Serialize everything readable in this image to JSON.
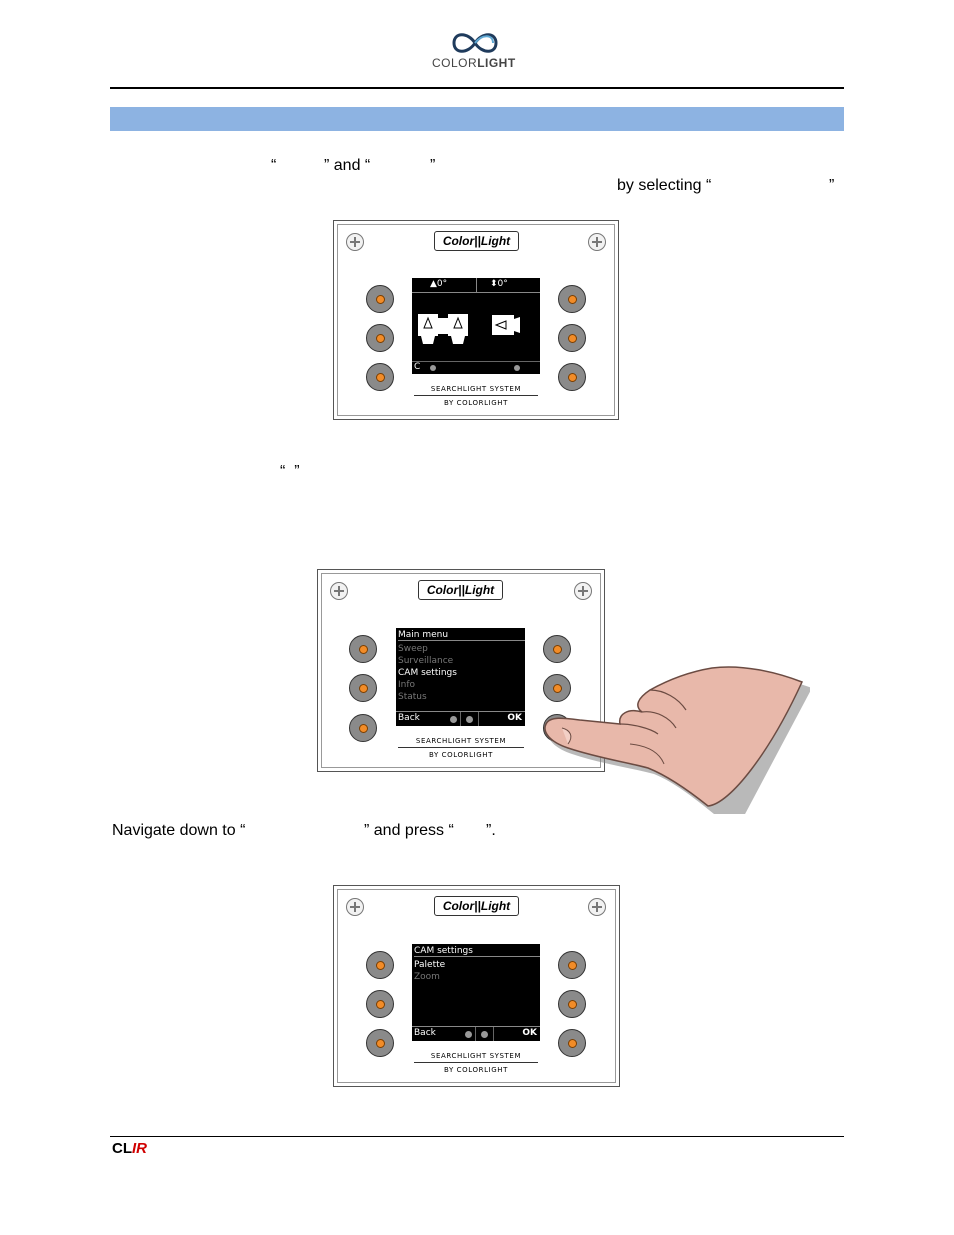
{
  "header": {
    "logo_text_light": "COLOR",
    "logo_text_bold": "LIGHT"
  },
  "intro": {
    "q1_open": "“",
    "and_text": "” and “",
    "q2_close": "”",
    "by_selecting": "by selecting “",
    "q3_close": "”"
  },
  "mid": {
    "quote_pair": "“  ”"
  },
  "navigate": {
    "prefix": "Navigate down to “",
    "middle": "” and press “",
    "suffix": "”."
  },
  "panel1": {
    "brand": "Color||Light",
    "tilt": "0°",
    "pan": "0°",
    "corner_label": "C",
    "caption1": "SEARCHLIGHT SYSTEM",
    "caption2": "BY COLORLIGHT"
  },
  "panel2": {
    "brand": "Color||Light",
    "title": "Main menu",
    "items": [
      "Sweep",
      "Surveillance",
      "CAM settings",
      "Info",
      "Status"
    ],
    "back": "Back",
    "ok": "OK",
    "caption1": "SEARCHLIGHT SYSTEM",
    "caption2": "BY COLORLIGHT"
  },
  "panel3": {
    "brand": "Color||Light",
    "title": "CAM settings",
    "items": [
      "Palette",
      "Zoom"
    ],
    "back": "Back",
    "ok": "OK",
    "caption1": "SEARCHLIGHT SYSTEM",
    "caption2": "BY COLORLIGHT"
  },
  "footer": {
    "brand_cl": "CL",
    "brand_ir": "IR"
  },
  "colors": {
    "section_bar": "#8db3e2",
    "button_center": "#f28c28",
    "footer_ir": "#d00000"
  }
}
